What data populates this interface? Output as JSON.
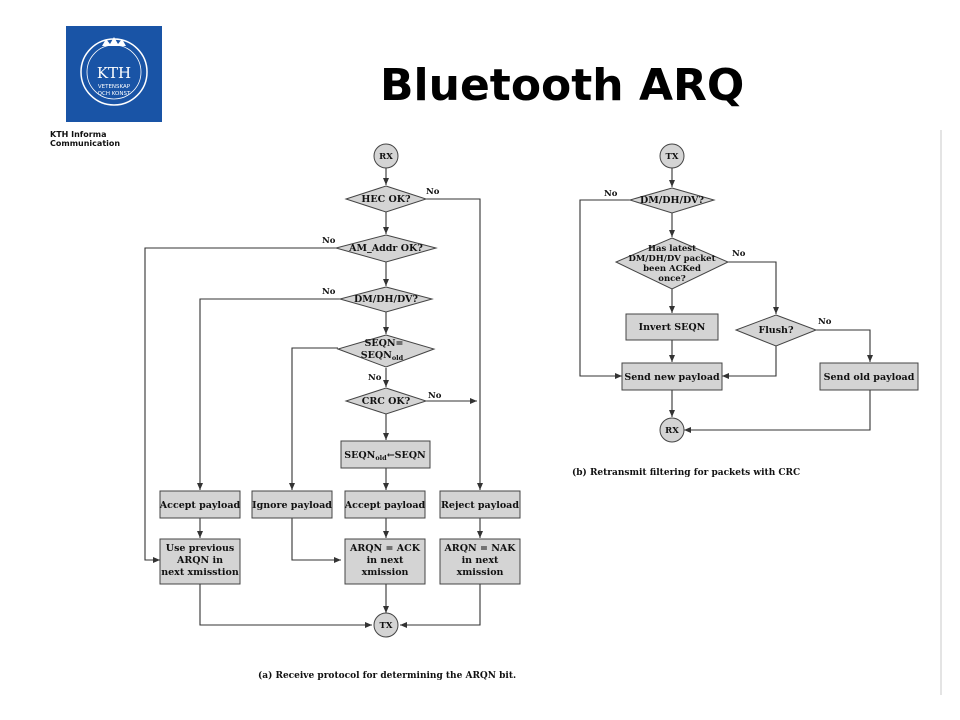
{
  "slide": {
    "title": "Bluetooth ARQ",
    "logo": {
      "text": "KTH",
      "line1": "VETENSKAP",
      "line2": "OCH KONST",
      "color": "#1954a6"
    },
    "logo_caption": {
      "line1": "KTH Informa",
      "line2": "Communication"
    }
  },
  "receive": {
    "rx": "RX",
    "hec": "HEC OK?",
    "am": "AM_Addr OK?",
    "dm": "DM/DH/DV?",
    "seqn_l1": "SEQN=",
    "seqn_l2": "SEQN",
    "seqn_sub": "old",
    "crc": "CRC OK?",
    "assign_a": "SEQN",
    "assign_sub": "old",
    "assign_b": "←SEQN",
    "accept1": "Accept payload",
    "ignore": "Ignore payload",
    "accept2": "Accept payload",
    "reject": "Reject payload",
    "useprev_l1": "Use previous",
    "useprev_l2": "ARQN in",
    "useprev_l3": "next xmisstion",
    "ack_l1": "ARQN = ACK",
    "ack_l2": "in next",
    "ack_l3": "xmission",
    "nak_l1": "ARQN = NAK",
    "nak_l2": "in next",
    "nak_l3": "xmission",
    "tx": "TX",
    "no1": "No",
    "no2": "No",
    "no3": "No",
    "no4": "No",
    "no5": "No",
    "caption": "(a) Receive protocol for determining the ARQN bit."
  },
  "retransmit": {
    "tx": "TX",
    "dm": "DM/DH/DV?",
    "has_l1": "Has latest",
    "has_l2": "DM/DH/DV packet",
    "has_l3": "been ACKed",
    "has_l4": "once?",
    "invert": "Invert SEQN",
    "flush": "Flush?",
    "sendnew": "Send new payload",
    "sendold": "Send old payload",
    "rx": "RX",
    "no1": "No",
    "no2": "No",
    "no3": "No",
    "caption": "(b) Retransmit filtering for packets with CRC"
  }
}
